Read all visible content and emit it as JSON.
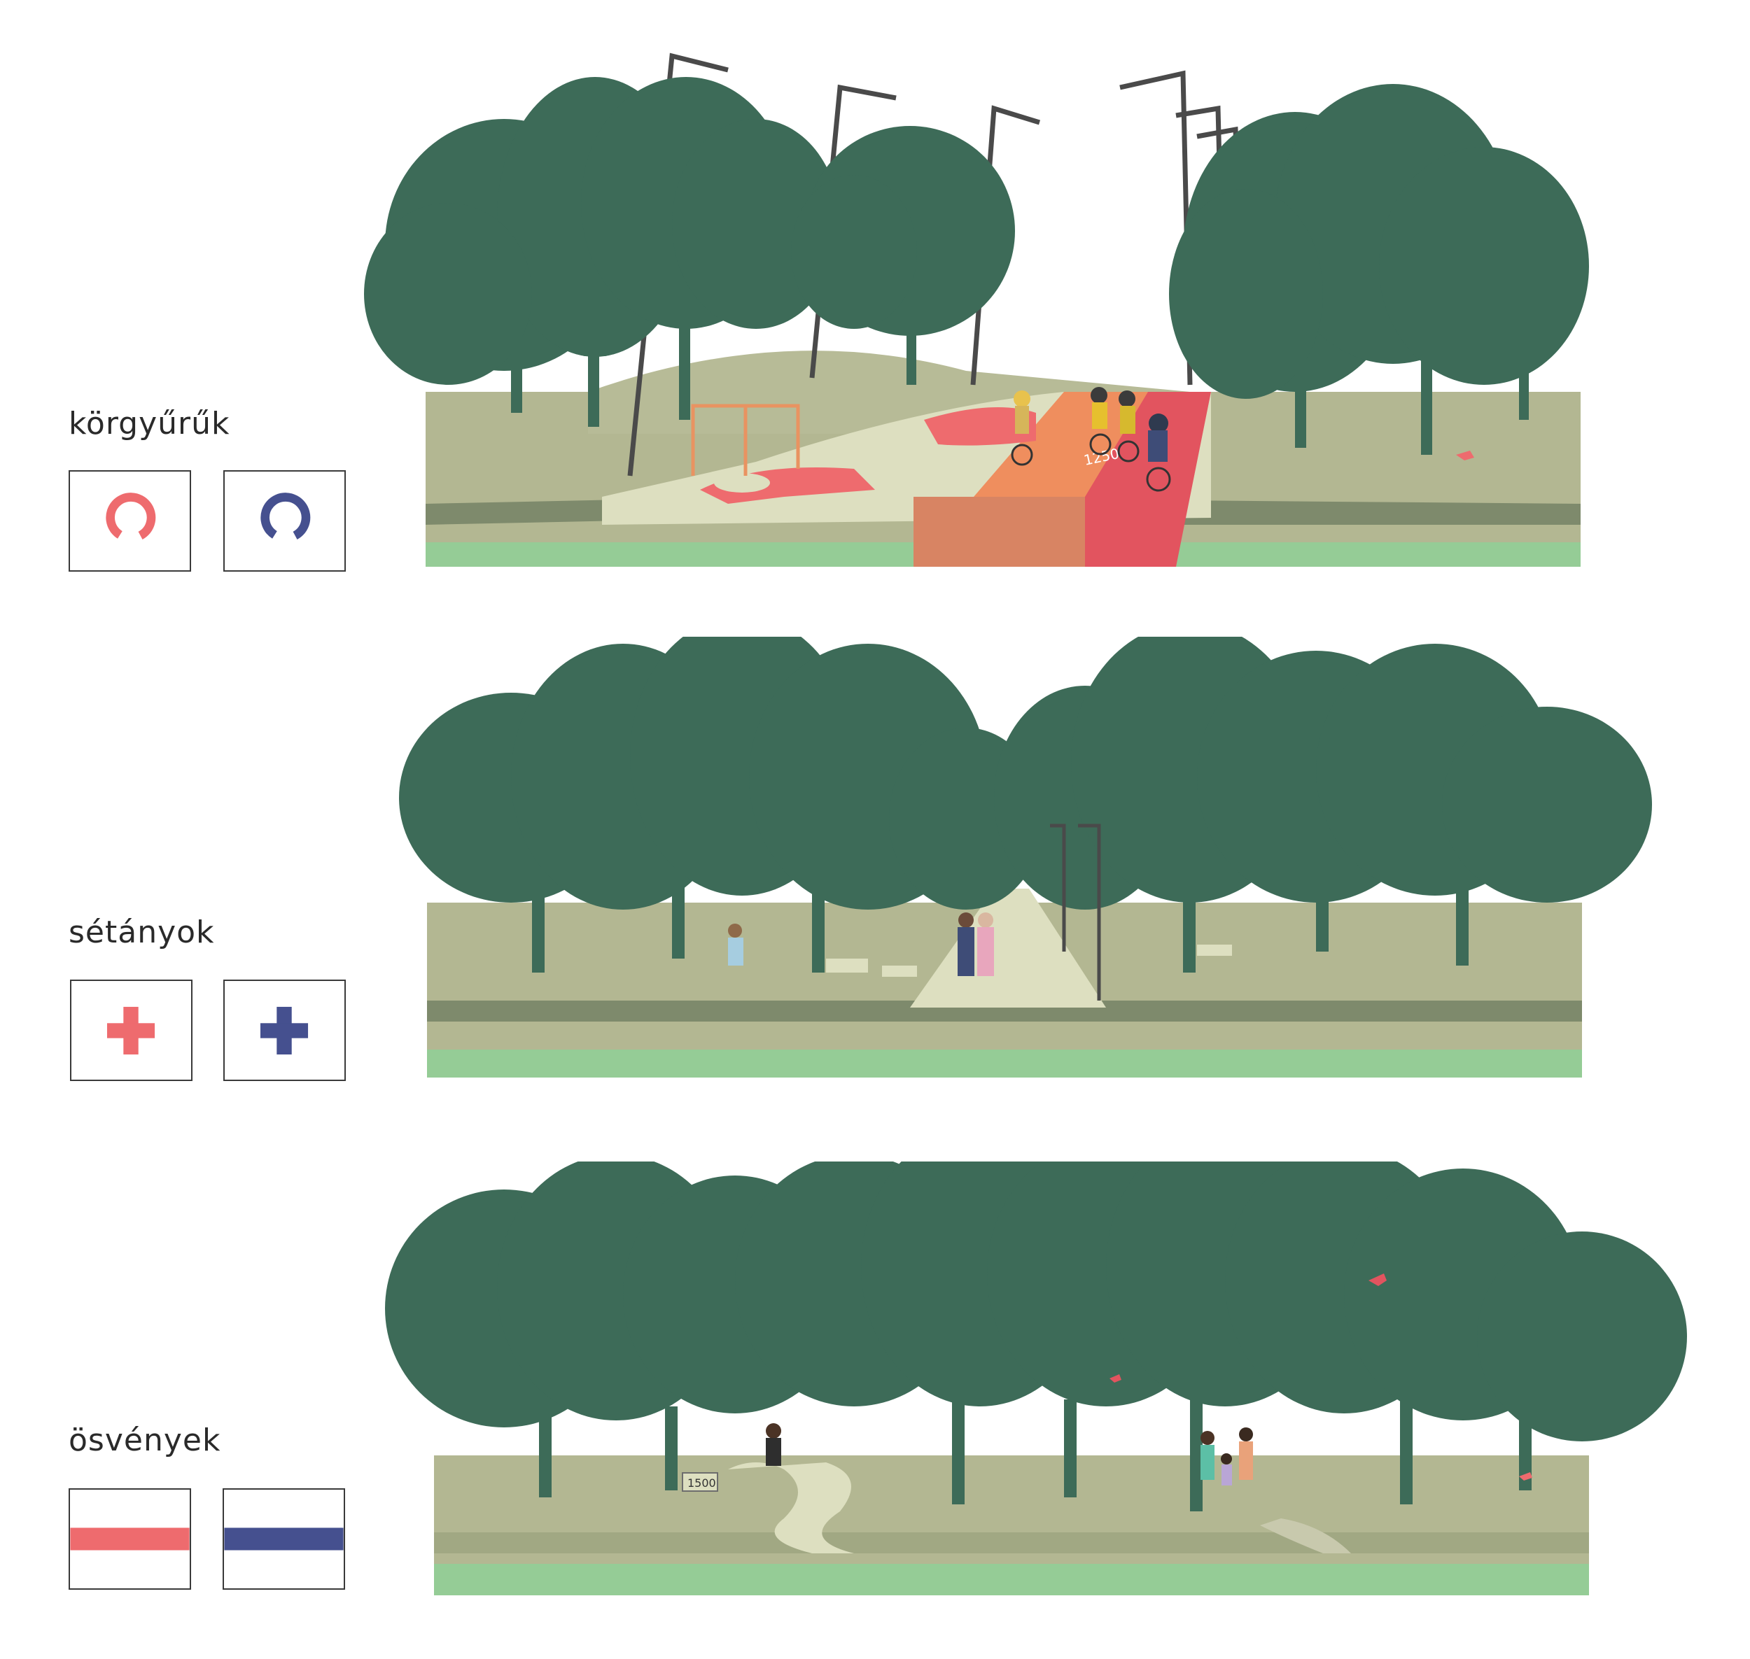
{
  "legend": {
    "rows": [
      {
        "label": "körgyűrűk",
        "symbol": "ring"
      },
      {
        "label": "sétányok",
        "symbol": "cross"
      },
      {
        "label": "ösvények",
        "symbol": "stripe"
      }
    ],
    "colors": {
      "red": "#ee6b6e",
      "blue": "#45508f"
    }
  },
  "scenes": {
    "ring_track_label": "1250",
    "path_marker_label": "1500"
  },
  "palette": {
    "tree": "#3d6b58",
    "ground_light": "#b3b792",
    "ground_mid": "#a1a883",
    "ground_dark": "#7e8a6c",
    "grass_strip": "#95cc96",
    "path": "#dddfc0",
    "track_orange": "#ef8e5e",
    "track_red": "#e2545f",
    "pole": "#4a4a4a"
  }
}
